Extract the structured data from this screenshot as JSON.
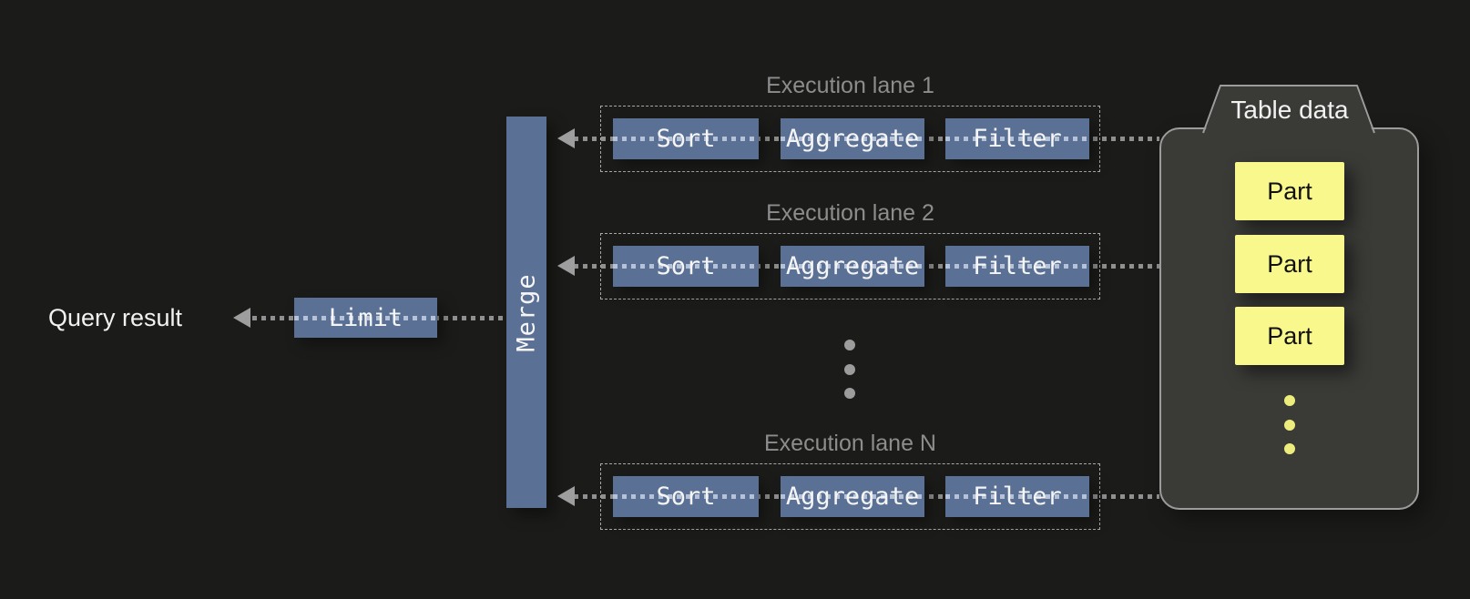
{
  "diagram": {
    "query_result_label": "Query result",
    "limit_label": "Limit",
    "merge_label": "Merge",
    "lanes": [
      {
        "label": "Execution lane 1",
        "operators": [
          "Sort",
          "Aggregate",
          "Filter"
        ]
      },
      {
        "label": "Execution lane 2",
        "operators": [
          "Sort",
          "Aggregate",
          "Filter"
        ]
      },
      {
        "label": "Execution lane N",
        "operators": [
          "Sort",
          "Aggregate",
          "Filter"
        ]
      }
    ],
    "table_data": {
      "title": "Table data",
      "parts": [
        "Part",
        "Part",
        "Part"
      ]
    },
    "colors": {
      "background": "#1b1b19",
      "operator_blue": "#5a7195",
      "dotted_line_gray": "#909090",
      "dotted_line_light": "#b6c2d8",
      "lane_border": "#a8a8a8",
      "lane_label_gray": "#8d8d8d",
      "container_fill": "#3a3a37",
      "container_border": "#9c9c9c",
      "part_yellow": "#f9f88d",
      "ellipsis_yellow": "#eded7d",
      "ellipsis_gray": "#9c9c9c",
      "text_white": "#f2f2f2"
    }
  }
}
